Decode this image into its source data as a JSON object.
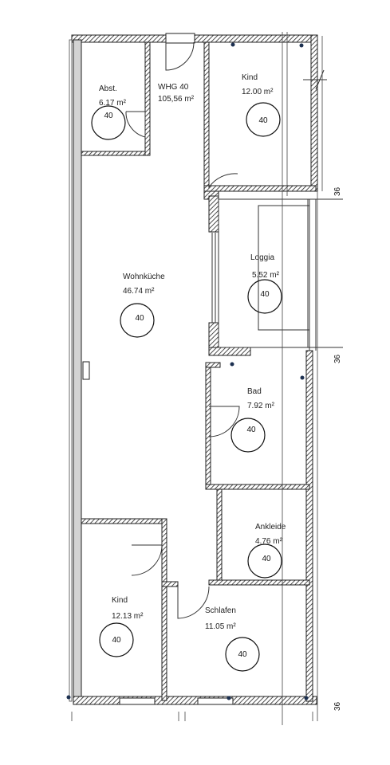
{
  "apartment": {
    "name": "WHG 40",
    "area": "105,56 m²"
  },
  "rooms": [
    {
      "id": "abst",
      "name": "Abst.",
      "area": "6.17 m²",
      "tag": "40"
    },
    {
      "id": "kind-top",
      "name": "Kind",
      "area": "12.00 m²",
      "tag": "40"
    },
    {
      "id": "loggia",
      "name": "Loggia",
      "area": "5.52 m²",
      "tag": "40"
    },
    {
      "id": "wohnkueche",
      "name": "Wohnküche",
      "area": "46.74 m²",
      "tag": "40"
    },
    {
      "id": "bad",
      "name": "Bad",
      "area": "7.92 m²",
      "tag": "40"
    },
    {
      "id": "ankleide",
      "name": "Ankleide",
      "area": "4.76 m²",
      "tag": "40"
    },
    {
      "id": "kind-bottom",
      "name": "Kind",
      "area": "12.13 m²",
      "tag": "40"
    },
    {
      "id": "schlafen",
      "name": "Schlafen",
      "area": "11.05 m²",
      "tag": "40"
    }
  ],
  "dimensions": [
    "36",
    "36",
    "36"
  ],
  "colors": {
    "wall_fill": "#d9d9d9",
    "wall_stroke": "#222222",
    "line": "#333333",
    "accent_dot": "#1c3050"
  }
}
